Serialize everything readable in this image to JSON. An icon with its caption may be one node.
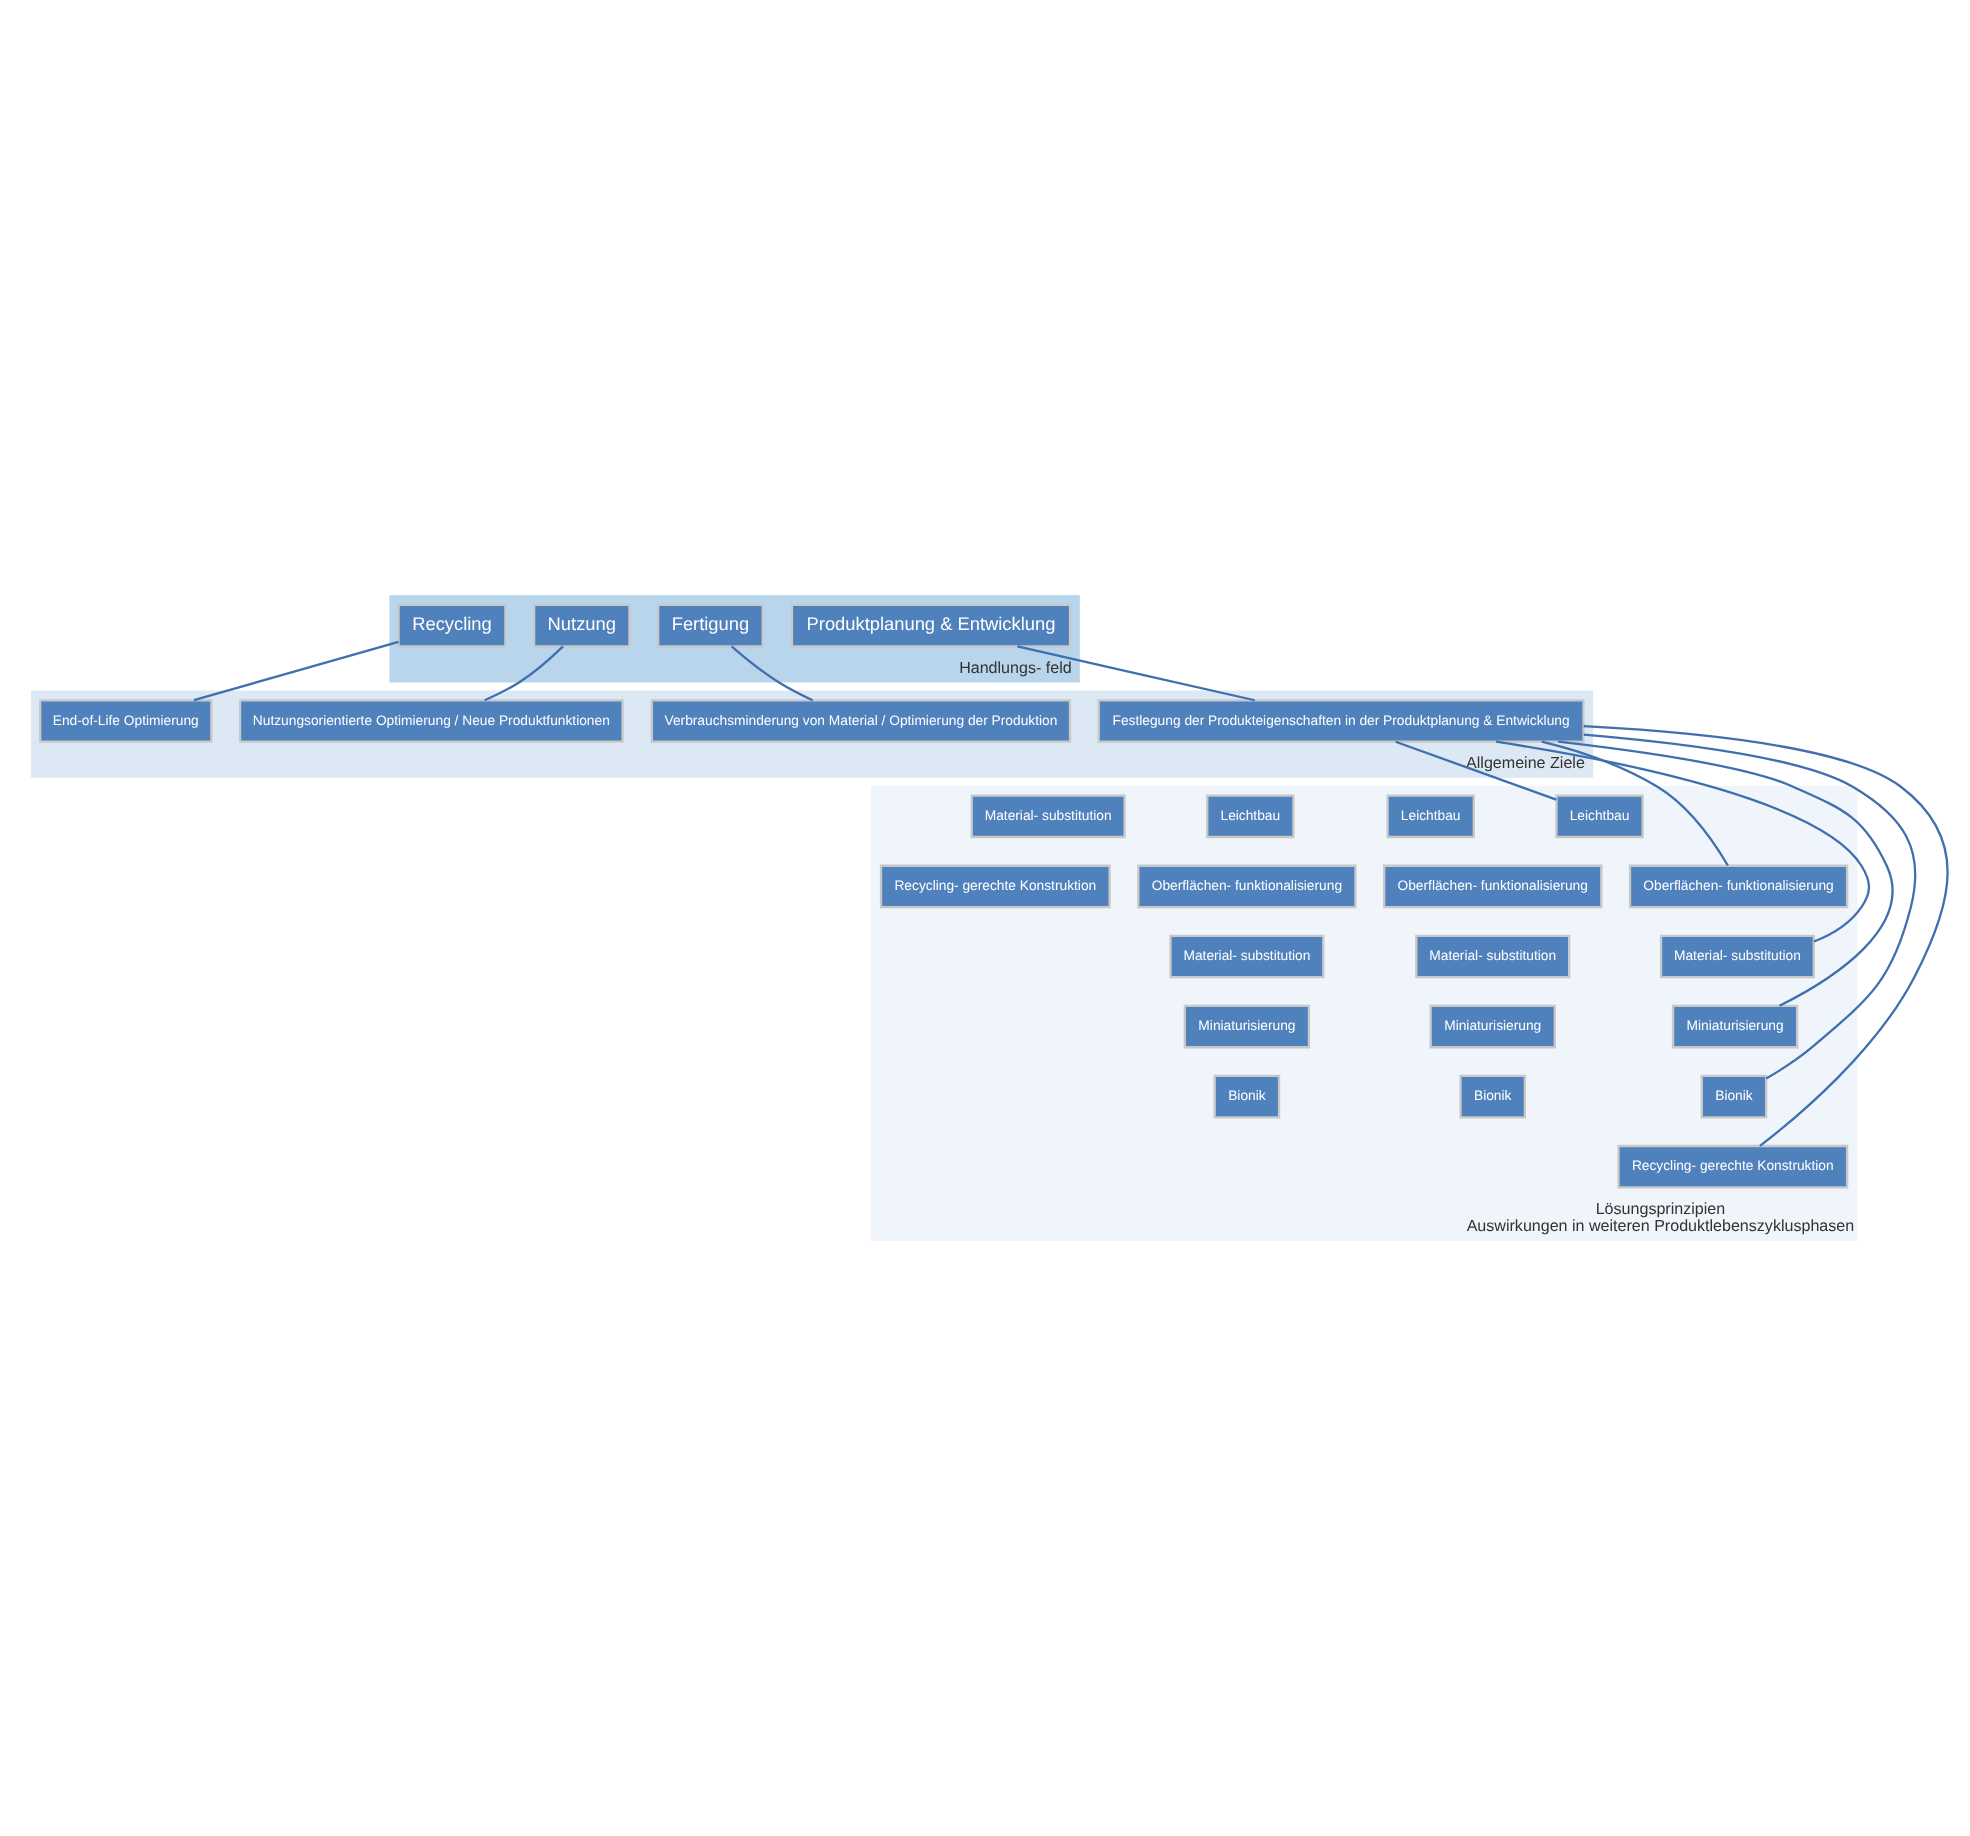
{
  "diagram": {
    "nodes": [
      {
        "text": [
          "Handlungs- feld"
        ]
      },
      {
        "text": [
          "Produktplanung & Entwicklung"
        ],
        "in": 0
      },
      {
        "text": [
          "Fertigung"
        ],
        "in": 0
      },
      {
        "text": [
          "Nutzung"
        ],
        "in": 0
      },
      {
        "text": [
          "Recycling"
        ],
        "in": 0
      },
      {
        "text": [
          "Allgemeine Ziele"
        ]
      },
      {
        "text": [
          "Festlegung der Produkteigenschaften in der Produktplanung & Entwicklung"
        ],
        "in": 5
      },
      {
        "text": [
          "Verbrauchsminderung von Material / Optimierung der Produktion"
        ],
        "in": 5
      },
      {
        "text": [
          "Nutzungsorientierte Optimierung / Neue Produktfunktionen"
        ],
        "in": 5
      },
      {
        "text": [
          "End-of-Life Optimierung"
        ],
        "in": 5
      },
      {
        "text": [
          "Lösungsprinzipien",
          "Auswirkungen in weiteren Produktlebenszyklusphasen"
        ]
      },
      {
        "text": [
          "Leichtbau"
        ],
        "in": 10
      },
      {
        "text": [
          "Oberflächen- funktionalisierung"
        ],
        "in": 10
      },
      {
        "text": [
          "Material- substitution"
        ],
        "in": 10
      },
      {
        "text": [
          "Miniaturisierung"
        ],
        "in": 10
      },
      {
        "text": [
          "Bionik"
        ],
        "in": 10
      },
      {
        "text": [
          "Recycling- gerechte Konstruktion"
        ],
        "in": 10
      },
      {
        "text": [
          "Leichtbau"
        ],
        "in": 10
      },
      {
        "text": [
          "Oberflächen- funktionalisierung"
        ],
        "in": 10
      },
      {
        "text": [
          "Material- substitution"
        ],
        "in": 10
      },
      {
        "text": [
          "Miniaturisierung"
        ],
        "in": 10
      },
      {
        "text": [
          "Bionik"
        ],
        "in": 10
      },
      {
        "text": [
          "Leichtbau"
        ],
        "in": 10
      },
      {
        "text": [
          "Oberflächen- funktionalisierung"
        ],
        "in": 10
      },
      {
        "text": [
          "Material- substitution"
        ],
        "in": 10
      },
      {
        "text": [
          "Miniaturisierung"
        ],
        "in": 10
      },
      {
        "text": [
          "Bionik"
        ],
        "in": 10
      },
      {
        "text": [
          "Material- substitution"
        ],
        "in": 10
      },
      {
        "text": [
          "Recycling- gerechte Konstruktion"
        ],
        "in": 10
      }
    ],
    "edges": [
      {
        "from": 1,
        "to": 6,
        "arrow": "none"
      },
      {
        "from": 2,
        "to": 7,
        "arrow": "none"
      },
      {
        "from": 3,
        "to": 8,
        "arrow": "none"
      },
      {
        "from": 4,
        "to": 9,
        "arrow": "none"
      },
      {
        "from": 6,
        "to": 11,
        "arrow": "none"
      },
      {
        "from": 6,
        "to": 12,
        "arrow": "none"
      },
      {
        "from": 6,
        "to": 13,
        "arrow": "none"
      },
      {
        "from": 6,
        "to": 14,
        "arrow": "none"
      },
      {
        "from": 6,
        "to": 15,
        "arrow": "none"
      },
      {
        "from": 6,
        "to": 16,
        "arrow": "none"
      }
    ]
  }
}
